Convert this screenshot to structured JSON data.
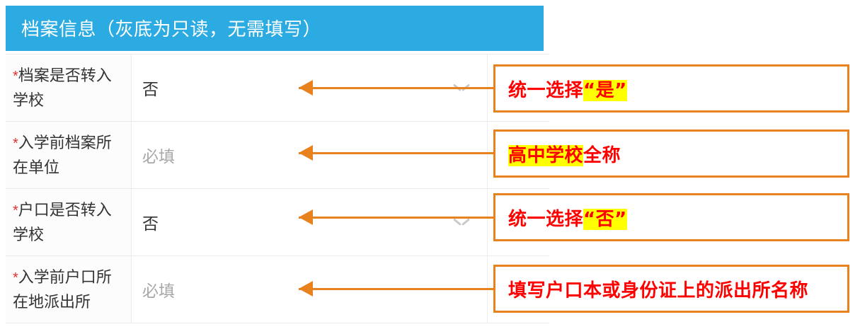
{
  "section": {
    "header_title": "档案信息（灰底为只读，无需填写）",
    "header_bg": "#2BABE2"
  },
  "colors": {
    "accent_blue": "#2BABE2",
    "annotation_orange": "#E8821E",
    "annotation_red": "#FF0000",
    "highlight_yellow": "#FFFF00",
    "required_star_red": "#E03131",
    "placeholder_gray": "#A8A8A8"
  },
  "rows": [
    {
      "required_marker": "*",
      "label": "档案是否转入学校",
      "value": "否",
      "is_placeholder": false,
      "has_dropdown": true,
      "dropdown_icon": "chevron-down-icon"
    },
    {
      "required_marker": "*",
      "label": "入学前档案所在单位",
      "value": "必填",
      "is_placeholder": true,
      "has_dropdown": false,
      "dropdown_icon": ""
    },
    {
      "required_marker": "*",
      "label": "户口是否转入学校",
      "value": "否",
      "is_placeholder": false,
      "has_dropdown": true,
      "dropdown_icon": "chevron-down-icon"
    },
    {
      "required_marker": "*",
      "label": "入学前户口所在地派出所",
      "value": "必填",
      "is_placeholder": true,
      "has_dropdown": false,
      "dropdown_icon": ""
    }
  ],
  "annotations": [
    {
      "prefix": "统一选择",
      "highlight": "“是”",
      "suffix": "",
      "full_text": "统一选择“是”"
    },
    {
      "prefix": "",
      "highlight": "高中学校",
      "suffix": "全称",
      "full_text": "高中学校全称"
    },
    {
      "prefix": "统一选择",
      "highlight": "“否”",
      "suffix": "",
      "full_text": "统一选择“否”"
    },
    {
      "prefix": "填写户口本或身份证上的派出所名称",
      "highlight": "",
      "suffix": "",
      "full_text": "填写户口本或身份证上的派出所名称"
    }
  ]
}
